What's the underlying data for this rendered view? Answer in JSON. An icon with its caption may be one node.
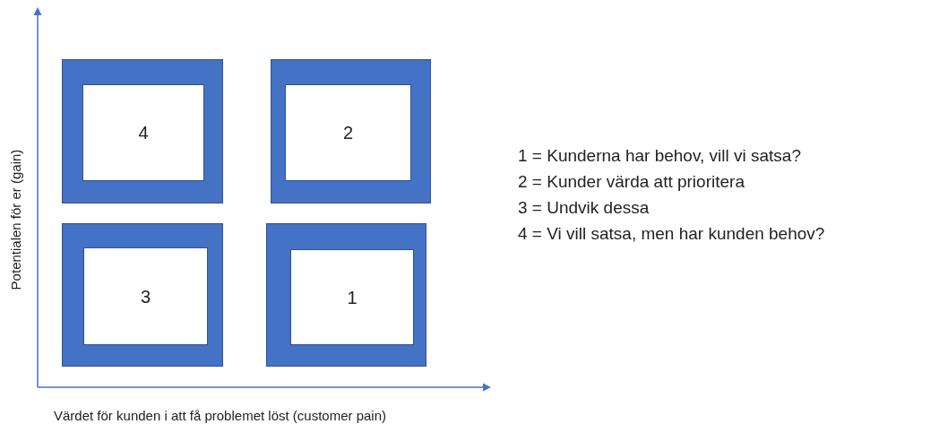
{
  "diagram": {
    "nodes": [
      {
        "text": [
          "4"
        ]
      },
      {
        "text": [
          "2"
        ]
      },
      {
        "text": [
          "3"
        ]
      },
      {
        "text": [
          "1"
        ]
      }
    ],
    "edges": [],
    "labels": [
      "Potentialen för er (gain)",
      "1 = Kunderna har behov, vill vi satsa?",
      "2 = Kunder värda att prioritera",
      "3 = Undvik dessa",
      "4 = Vi vill satsa, men har kunden behov?",
      "Värdet för kunden i att få problemet löst (customer pain)"
    ]
  }
}
